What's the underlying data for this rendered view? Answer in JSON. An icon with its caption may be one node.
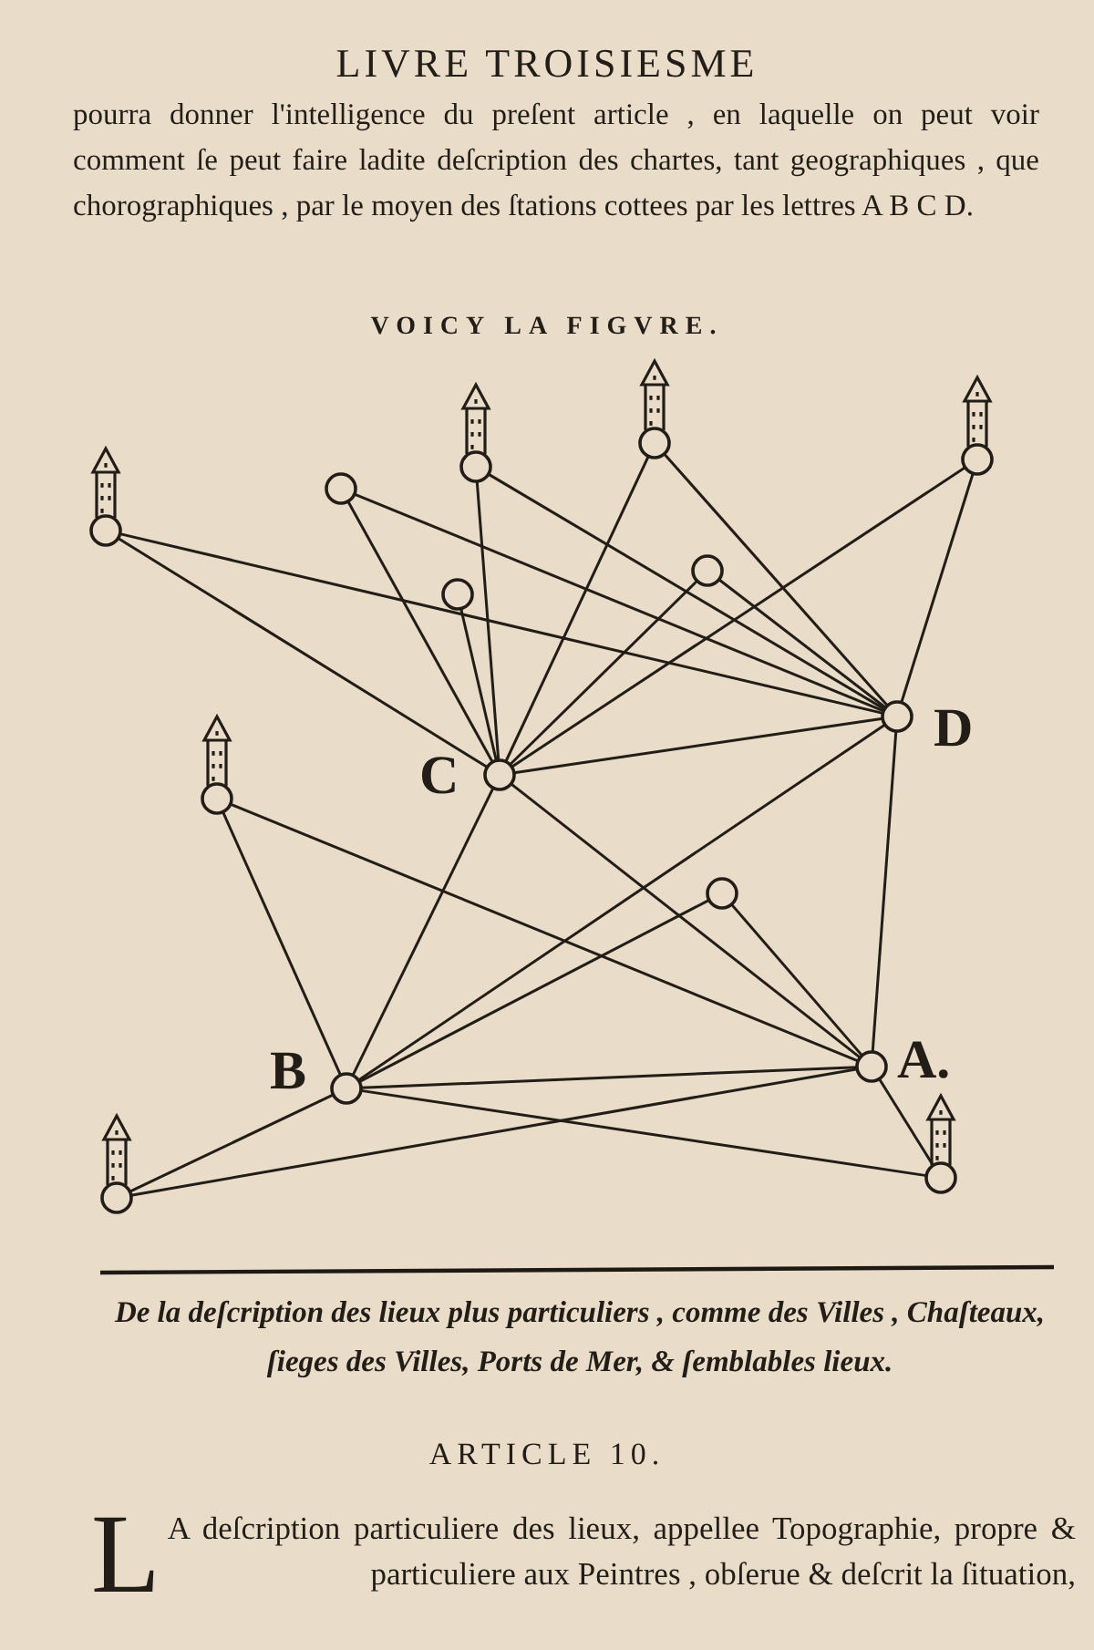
{
  "diagram": {
    "title": "VOICY LA FIGVRE.",
    "nodes": [
      {
        "text": [],
        "shape": "tower"
      },
      {
        "text": [],
        "shape": "tower"
      },
      {
        "text": [],
        "shape": "tower"
      },
      {
        "text": [],
        "shape": "circle"
      },
      {
        "text": [],
        "shape": "tower"
      },
      {
        "text": [],
        "shape": "circle"
      },
      {
        "text": [],
        "shape": "circle"
      },
      {
        "text": [],
        "shape": "circle",
        "beside": [
          "D"
        ]
      },
      {
        "text": [],
        "shape": "circle",
        "beside": [
          "C"
        ]
      },
      {
        "text": [],
        "shape": "tower"
      },
      {
        "text": [],
        "shape": "circle"
      },
      {
        "text": [],
        "shape": "circle",
        "beside": [
          "A."
        ]
      },
      {
        "text": [],
        "shape": "circle",
        "beside": [
          "B"
        ]
      },
      {
        "text": [],
        "shape": "tower"
      },
      {
        "text": [],
        "shape": "tower"
      }
    ],
    "edges": [
      {
        "from": 8,
        "to": 4,
        "arrow": "none"
      },
      {
        "from": 8,
        "to": 3,
        "arrow": "none"
      },
      {
        "from": 8,
        "to": 6,
        "arrow": "none"
      },
      {
        "from": 8,
        "to": 2,
        "arrow": "none"
      },
      {
        "from": 8,
        "to": 0,
        "arrow": "none"
      },
      {
        "from": 8,
        "to": 5,
        "arrow": "none"
      },
      {
        "from": 8,
        "to": 1,
        "arrow": "none"
      },
      {
        "from": 8,
        "to": 7,
        "arrow": "none"
      },
      {
        "from": 8,
        "to": 12,
        "arrow": "none"
      },
      {
        "from": 8,
        "to": 11,
        "arrow": "none"
      },
      {
        "from": 7,
        "to": 4,
        "arrow": "none"
      },
      {
        "from": 7,
        "to": 3,
        "arrow": "none"
      },
      {
        "from": 7,
        "to": 2,
        "arrow": "none"
      },
      {
        "from": 7,
        "to": 0,
        "arrow": "none"
      },
      {
        "from": 7,
        "to": 5,
        "arrow": "none"
      },
      {
        "from": 7,
        "to": 1,
        "arrow": "none"
      },
      {
        "from": 7,
        "to": 12,
        "arrow": "none"
      },
      {
        "from": 7,
        "to": 11,
        "arrow": "none"
      },
      {
        "from": 11,
        "to": 9,
        "arrow": "none"
      },
      {
        "from": 11,
        "to": 10,
        "arrow": "none"
      },
      {
        "from": 11,
        "to": 12,
        "arrow": "none"
      },
      {
        "from": 11,
        "to": 14,
        "arrow": "none"
      },
      {
        "from": 11,
        "to": 13,
        "arrow": "none"
      },
      {
        "from": 12,
        "to": 9,
        "arrow": "none"
      },
      {
        "from": 12,
        "to": 10,
        "arrow": "none"
      },
      {
        "from": 12,
        "to": 14,
        "arrow": "none"
      },
      {
        "from": 12,
        "to": 13,
        "arrow": "none"
      }
    ],
    "labels": [
      "LIVRE TROISIESME",
      "pourra donner l'intelligence du preſent article , en laquelle on peut voir comment ſe peut faire ladite deſcription des chartes, tant geographiques , que chorographiques , par le moyen des ſtations cottees par les lettres A B C D.",
      "De la deſcription des lieux plus particuliers , comme des Villes , Chaſteaux, ſieges des Villes, Ports de Mer, & ſemblables lieux.",
      "ARTICLE 10.",
      "LA deſcription particuliere des lieux, appellee Topographie, propre & particuliere aux Peintres , obſerue & deſcrit la ſituation,"
    ]
  }
}
